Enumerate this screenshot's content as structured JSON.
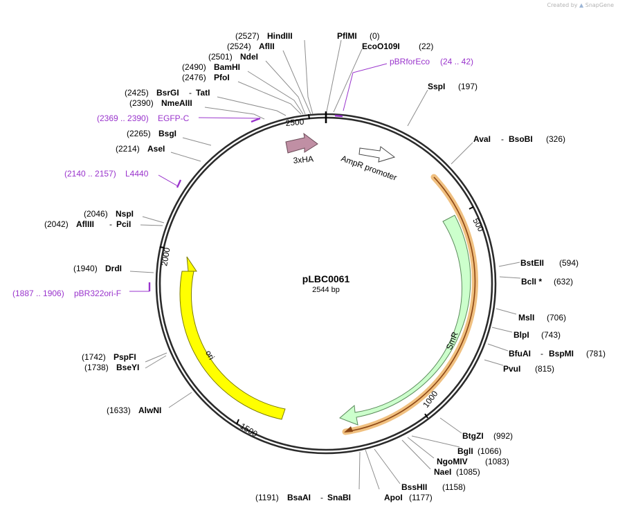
{
  "credit": {
    "prefix": "Created by",
    "brand": "SnapGene"
  },
  "plasmid": {
    "name": "pLBC0061",
    "length_label": "2544 bp",
    "length": 2544
  },
  "colors": {
    "backbone": "#2b2b2b",
    "primer": "#9933cc",
    "leader": "#8c8c8c",
    "ori": "#ffff00",
    "smr": "#ccffcc",
    "ampr_promoter": "#ffffff",
    "tag_3xha": "#c08fa4",
    "highlight": "#f0c080",
    "highlight_line": "#8b4513"
  },
  "ticks": [
    {
      "label": "500"
    },
    {
      "label": "1000"
    },
    {
      "label": "1500"
    },
    {
      "label": "2000"
    },
    {
      "label": "2500"
    }
  ],
  "features": [
    {
      "name": "3xHA",
      "kind": "tag"
    },
    {
      "name": "AmpR promoter",
      "kind": "promoter"
    },
    {
      "name": "SmR",
      "kind": "cds"
    },
    {
      "name": "ori",
      "kind": "ori"
    }
  ],
  "sites": [
    {
      "name": "HindIII",
      "pos": "(2527)"
    },
    {
      "name": "AflII",
      "pos": "(2524)"
    },
    {
      "name": "NdeI",
      "pos": "(2501)"
    },
    {
      "name": "BamHI",
      "pos": "(2490)"
    },
    {
      "name": "PfoI",
      "pos": "(2476)"
    },
    {
      "name": "BsrGI",
      "name2": "TatI",
      "pos": "(2425)"
    },
    {
      "name": "NmeAIII",
      "pos": "(2390)"
    },
    {
      "name": "BsgI",
      "pos": "(2265)"
    },
    {
      "name": "AseI",
      "pos": "(2214)"
    },
    {
      "name": "NspI",
      "pos": "(2046)"
    },
    {
      "name": "AflIII",
      "name2": "PciI",
      "pos": "(2042)"
    },
    {
      "name": "DrdI",
      "pos": "(1940)"
    },
    {
      "name": "PspFI",
      "pos": "(1742)"
    },
    {
      "name": "BseYI",
      "pos": "(1738)"
    },
    {
      "name": "AlwNI",
      "pos": "(1633)"
    },
    {
      "name": "BsaAI",
      "name2": "SnaBI",
      "pos": "(1191)"
    },
    {
      "name": "ApoI",
      "pos": "(1177)"
    },
    {
      "name": "BssHII",
      "pos": "(1158)"
    },
    {
      "name": "NaeI",
      "pos": "(1085)"
    },
    {
      "name": "NgoMIV",
      "pos": "(1083)"
    },
    {
      "name": "BglI",
      "pos": "(1066)"
    },
    {
      "name": "BtgZI",
      "pos": "(992)"
    },
    {
      "name": "PvuI",
      "pos": "(815)"
    },
    {
      "name": "BfuAI",
      "name2": "BspMI",
      "pos": "(781)"
    },
    {
      "name": "BlpI",
      "pos": "(743)"
    },
    {
      "name": "MslI",
      "pos": "(706)"
    },
    {
      "name": "BclI *",
      "pos": "(632)"
    },
    {
      "name": "BstEII",
      "pos": "(594)"
    },
    {
      "name": "AvaI",
      "name2": "BsoBI",
      "pos": "(326)"
    },
    {
      "name": "SspI",
      "pos": "(197)"
    },
    {
      "name": "EcoO109I",
      "pos": "(22)"
    },
    {
      "name": "PflMI",
      "pos": "(0)"
    }
  ],
  "primers": [
    {
      "range": "(24 .. 42)",
      "name": "pBRforEco"
    },
    {
      "range": "(2369 .. 2390)",
      "name": "EGFP-C"
    },
    {
      "range": "(2140 .. 2157)",
      "name": "L4440"
    },
    {
      "range": "(1887 .. 1906)",
      "name": "pBR322ori-F"
    }
  ]
}
